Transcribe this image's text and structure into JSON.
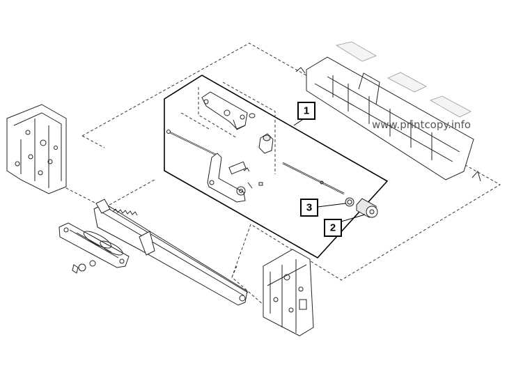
{
  "callouts": [
    {
      "id": "1",
      "label": "1"
    },
    {
      "id": "2",
      "label": "2"
    },
    {
      "id": "3",
      "label": "3"
    }
  ],
  "watermark": "www.printcopy.info"
}
